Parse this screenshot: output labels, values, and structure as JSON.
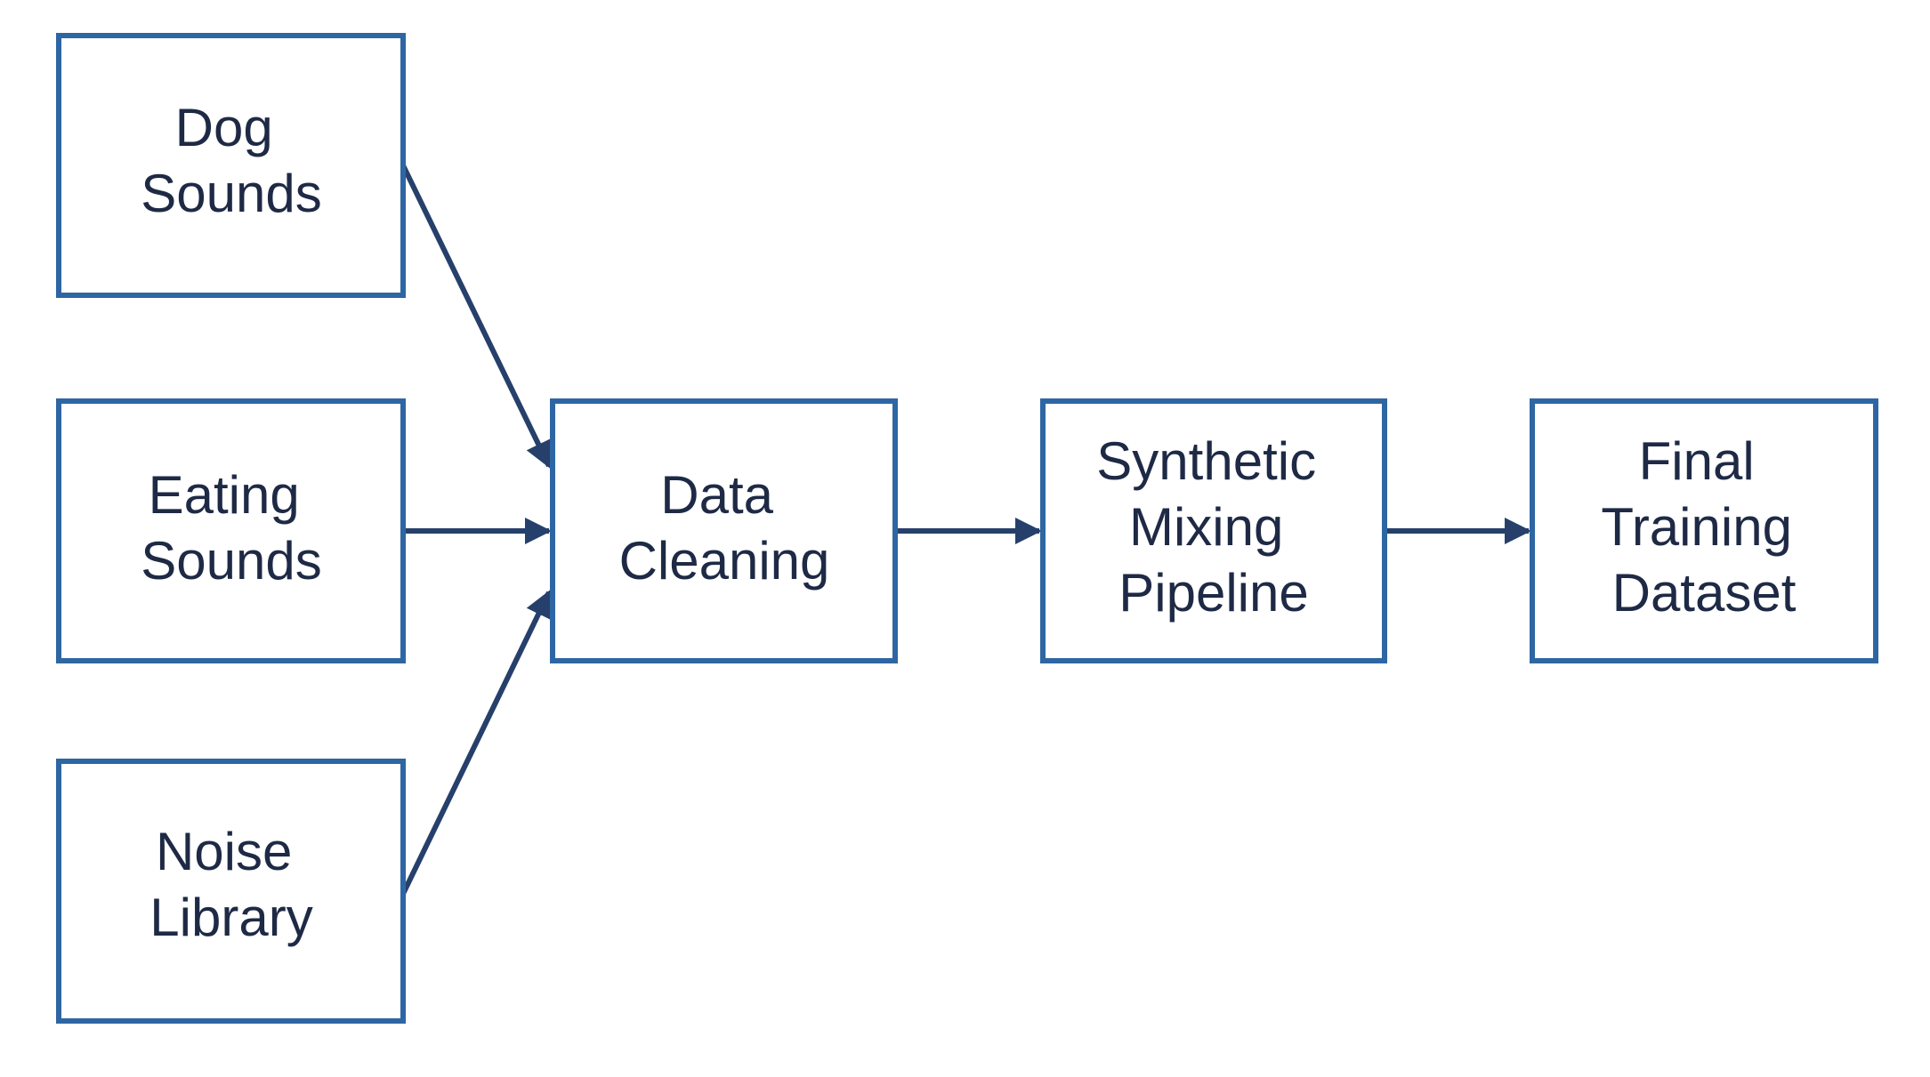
{
  "diagram": {
    "colors": {
      "box_border": "#2e66a3",
      "box_fill": "#ffffff",
      "text": "#1e2a45",
      "arrow": "#26406b",
      "background": "#ffffff"
    },
    "nodes": {
      "dog_sounds": {
        "lines": [
          "Dog",
          "Sounds"
        ]
      },
      "eating_sounds": {
        "lines": [
          "Eating",
          "Sounds"
        ]
      },
      "noise_library": {
        "lines": [
          "Noise",
          "Library"
        ]
      },
      "data_cleaning": {
        "lines": [
          "Data",
          "Cleaning"
        ]
      },
      "synthetic_mixing": {
        "lines": [
          "Synthetic",
          "Mixing",
          "Pipeline"
        ]
      },
      "final_dataset": {
        "lines": [
          "Final",
          "Training",
          "Dataset"
        ]
      }
    },
    "edges": [
      {
        "from": "dog_sounds",
        "to": "data_cleaning"
      },
      {
        "from": "eating_sounds",
        "to": "data_cleaning"
      },
      {
        "from": "noise_library",
        "to": "data_cleaning"
      },
      {
        "from": "data_cleaning",
        "to": "synthetic_mixing"
      },
      {
        "from": "synthetic_mixing",
        "to": "final_dataset"
      }
    ]
  }
}
